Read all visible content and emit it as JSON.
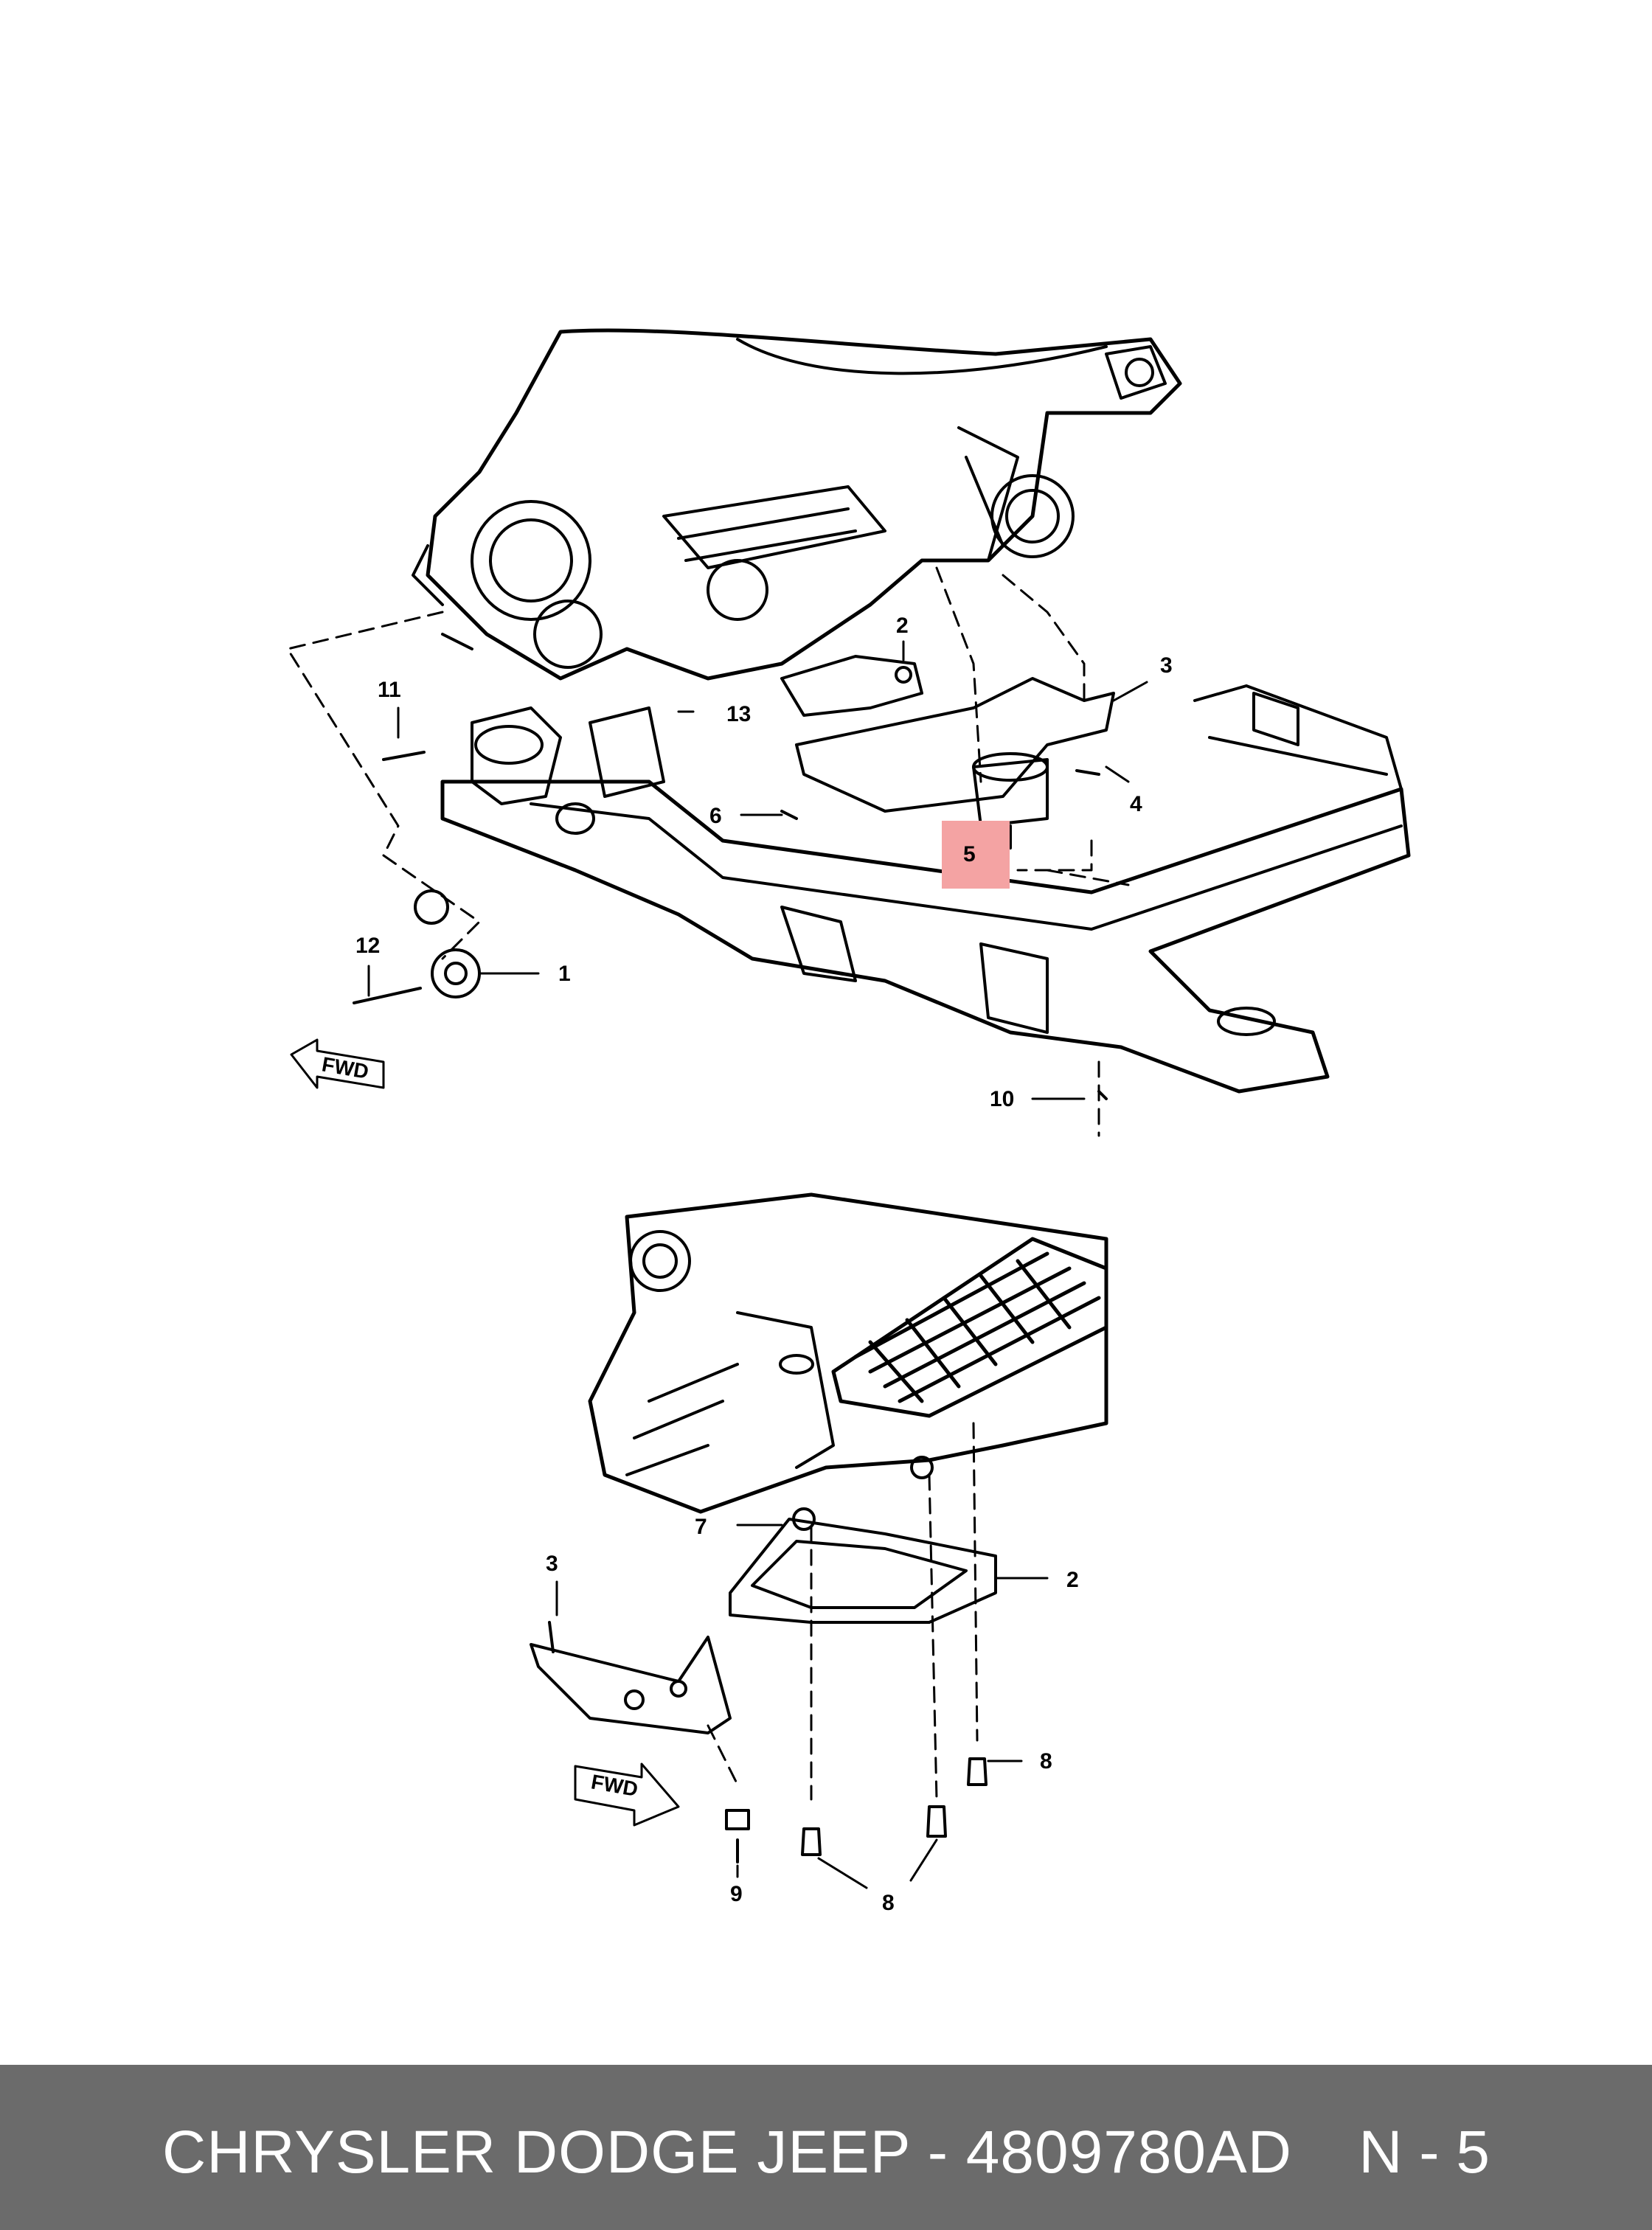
{
  "diagram": {
    "fwd_label_top": "FWD",
    "fwd_label_bottom": "FWD",
    "callouts_top": [
      "11",
      "13",
      "2",
      "3",
      "4",
      "5",
      "6",
      "12",
      "1",
      "10"
    ],
    "callouts_bottom": [
      "7",
      "2",
      "3",
      "8",
      "9",
      "8"
    ],
    "highlighted_part": "5",
    "highlight_color": "#f4a3a3"
  },
  "footer": {
    "title": "CHRYSLER DODGE JEEP - 4809780AD",
    "code": "N - 5",
    "background": "#6b6b6b",
    "text_color": "#ffffff"
  }
}
